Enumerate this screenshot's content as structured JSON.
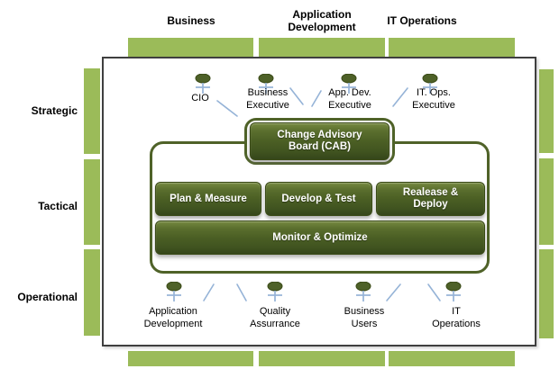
{
  "columns": {
    "business": "Business",
    "app_dev": "Application\nDevelopment",
    "it_ops": "IT Operations"
  },
  "rows": {
    "strategic": "Strategic",
    "tactical": "Tactical",
    "operational": "Operational"
  },
  "strategic_roles": {
    "cio": "CIO",
    "business_executive": "Business\nExecutive",
    "app_dev_executive": "App. Dev.\nExecutive",
    "it_ops_executive": "IT. Ops.\nExecutive"
  },
  "cab": "Change Advisory\nBoard (CAB)",
  "process": {
    "plan": "Plan & Measure",
    "develop": "Develop & Test",
    "release": "Realease &\nDeploy",
    "monitor": "Monitor & Optimize"
  },
  "operational_roles": {
    "app_dev": "Application\nDevelopment",
    "qa": "Quality\nAssurrance",
    "business_users": "Business\nUsers",
    "it_operations": "IT\nOperations"
  },
  "colors": {
    "light_green": "#9BBB59",
    "dark_green_box": "#4A5D23",
    "container_border": "#4F6228",
    "connector_blue": "#95B3D7",
    "frame_border": "#3F3F3F"
  }
}
